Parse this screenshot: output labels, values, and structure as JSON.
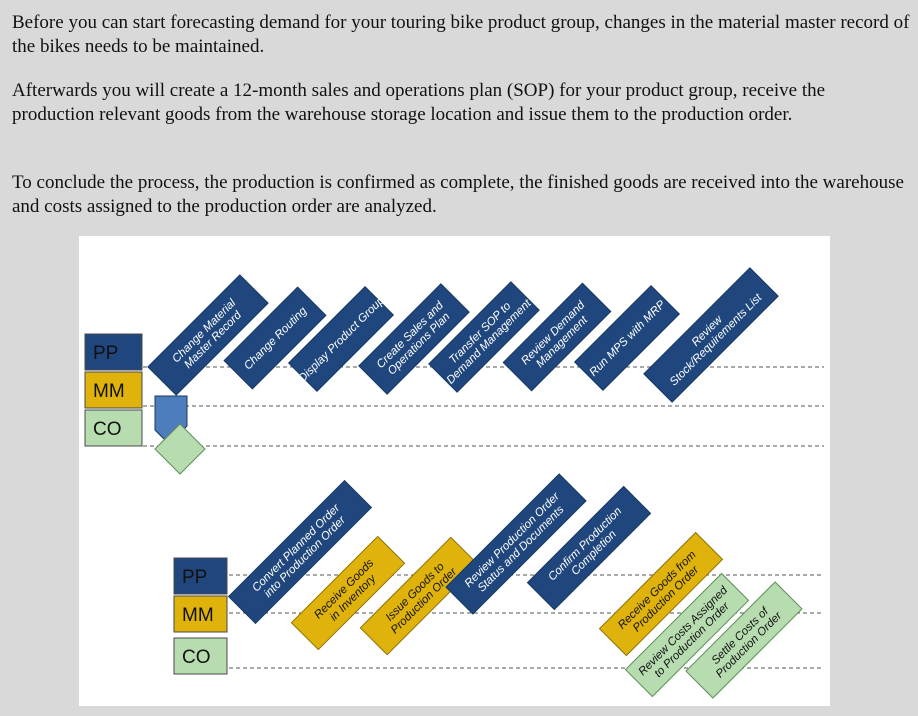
{
  "text": {
    "para1": "Before you can start forecasting demand for your touring bike product group, changes in the material master record of the bikes needs to be maintained.",
    "para2": "Afterwards you will create a 12-month sales and operations plan (SOP) for your product group, receive the production relevant goods from the warehouse storage location and issue them to the production order.",
    "para3": "To conclude the process, the production is confirmed as complete, the finished goods are received into the warehouse and costs assigned to the production order are analyzed."
  },
  "colors": {
    "pp": "#1f477d",
    "mm": "#dfb30c",
    "co": "#b7dcb0",
    "dark_text": "#111111",
    "light_text": "#ffffff"
  },
  "diagram": {
    "top_lanes": [
      "PP",
      "MM",
      "CO"
    ],
    "bottom_lanes": [
      "PP",
      "MM",
      "CO"
    ],
    "top_steps": [
      {
        "lines": [
          "Change Material",
          "Master Record"
        ],
        "lane": "pp"
      },
      {
        "lines": [
          "Change Routing"
        ],
        "lane": "pp"
      },
      {
        "lines": [
          "Display Product Group"
        ],
        "lane": "pp"
      },
      {
        "lines": [
          "Create Sales and",
          "Operations Plan"
        ],
        "lane": "pp"
      },
      {
        "lines": [
          "Transfer SOP to",
          "Demand Management"
        ],
        "lane": "pp"
      },
      {
        "lines": [
          "Review Demand",
          "Management"
        ],
        "lane": "pp"
      },
      {
        "lines": [
          "Run MPS with MRP"
        ],
        "lane": "pp"
      },
      {
        "lines": [
          "Review",
          "Stock/Requirements List"
        ],
        "lane": "pp"
      }
    ],
    "bottom_steps": [
      {
        "lines": [
          "Convert Planned Order",
          "into Production Order"
        ],
        "lane": "pp"
      },
      {
        "lines": [
          "Receive Goods",
          "in Inventory"
        ],
        "lane": "mm"
      },
      {
        "lines": [
          "Issue Goods to",
          "Production Order"
        ],
        "lane": "mm"
      },
      {
        "lines": [
          "Review Production Order",
          "Status and Documents"
        ],
        "lane": "pp"
      },
      {
        "lines": [
          "Confirm Production",
          "Completion"
        ],
        "lane": "pp"
      },
      {
        "lines": [
          "Receive Goods from",
          "Production Order"
        ],
        "lane": "mm"
      },
      {
        "lines": [
          "Review Costs Assigned",
          "to Production Order"
        ],
        "lane": "co"
      },
      {
        "lines": [
          "Settle Costs of",
          "Production Order"
        ],
        "lane": "co"
      }
    ]
  }
}
